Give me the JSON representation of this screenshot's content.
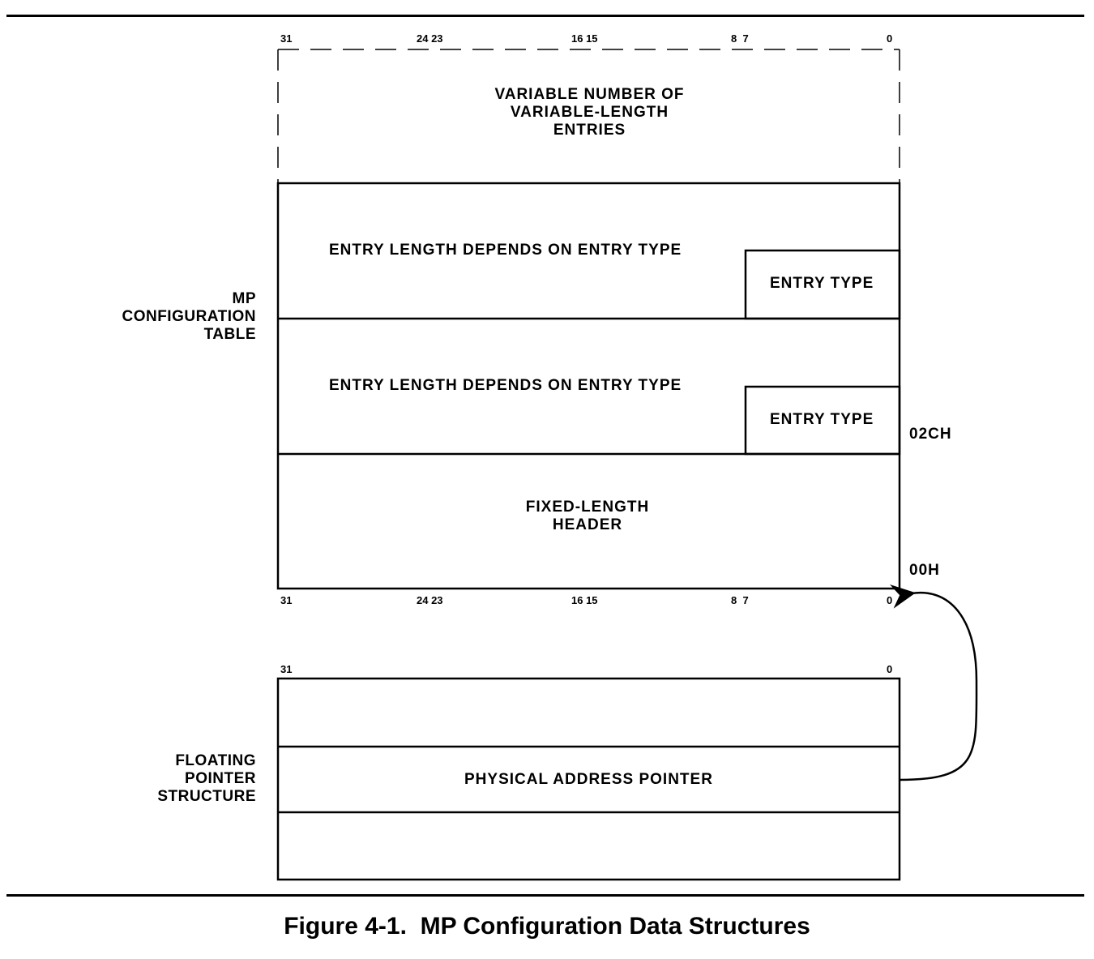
{
  "figure": {
    "caption": "Figure 4-1.  MP Configuration Data Structures"
  },
  "bit_labels": {
    "b31": "31",
    "b24_23": "24 23",
    "b16_15": "16 15",
    "b8_7": "8  7",
    "b0": "0"
  },
  "mp_table": {
    "side_label": [
      "MP",
      "CONFIGURATION",
      "TABLE"
    ],
    "variable_entries": [
      "VARIABLE NUMBER OF",
      "VARIABLE-LENGTH",
      "ENTRIES"
    ],
    "entry1_text": "ENTRY LENGTH DEPENDS ON ENTRY TYPE",
    "entry1_type": "ENTRY TYPE",
    "entry2_text": "ENTRY LENGTH DEPENDS ON ENTRY TYPE",
    "entry2_type": "ENTRY TYPE",
    "header_text": [
      "FIXED-LENGTH",
      "HEADER"
    ],
    "offset_02c": "02CH",
    "offset_00": "00H"
  },
  "floating_pointer": {
    "side_label": [
      "FLOATING",
      "POINTER",
      "STRUCTURE"
    ],
    "pointer_text": "PHYSICAL ADDRESS POINTER"
  }
}
